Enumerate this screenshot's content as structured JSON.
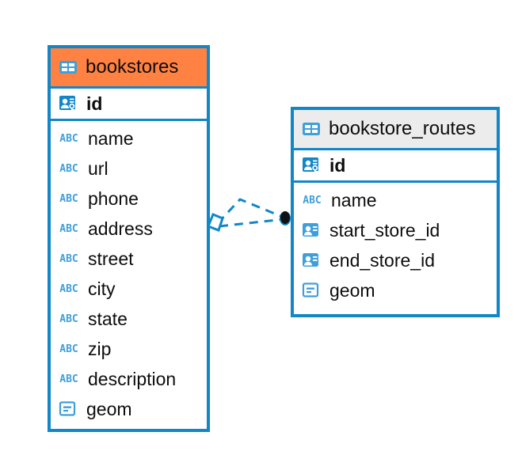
{
  "diagram": {
    "title": "bookstores / bookstore_routes entity relationship diagram",
    "type": "er-diagram",
    "background_color": "#ffffff",
    "accent_color": "#1287c8",
    "highlight_color": "#ff8243",
    "header_gray_color": "#ececec",
    "icon_blue_color": "#3f9fda"
  },
  "entities": [
    {
      "name": "bookstores",
      "header_style": "orange",
      "table_icon": "table-icon",
      "primary_key": {
        "label": "id",
        "icon": "primary-key-icon",
        "bold": true
      },
      "fields": [
        {
          "label": "name",
          "icon": "abc-text-icon"
        },
        {
          "label": "url",
          "icon": "abc-text-icon"
        },
        {
          "label": "phone",
          "icon": "abc-text-icon"
        },
        {
          "label": "address",
          "icon": "abc-text-icon"
        },
        {
          "label": "street",
          "icon": "abc-text-icon"
        },
        {
          "label": "city",
          "icon": "abc-text-icon"
        },
        {
          "label": "state",
          "icon": "abc-text-icon"
        },
        {
          "label": "zip",
          "icon": "abc-text-icon"
        },
        {
          "label": "description",
          "icon": "abc-text-icon"
        },
        {
          "label": "geom",
          "icon": "geometry-icon"
        }
      ]
    },
    {
      "name": "bookstore_routes",
      "header_style": "gray",
      "table_icon": "table-icon",
      "primary_key": {
        "label": "id",
        "icon": "primary-key-icon",
        "bold": true
      },
      "fields": [
        {
          "label": "name",
          "icon": "abc-text-icon"
        },
        {
          "label": "start_store_id",
          "icon": "foreign-key-icon"
        },
        {
          "label": "end_store_id",
          "icon": "foreign-key-icon"
        },
        {
          "label": "geom",
          "icon": "geometry-icon"
        }
      ]
    }
  ],
  "relationship": {
    "name": "bookstores-to-bookstore-routes",
    "line_style": "dashed",
    "color": "#1287c8",
    "source_marker": "diamond-outline",
    "target_marker": "filled-circle"
  }
}
